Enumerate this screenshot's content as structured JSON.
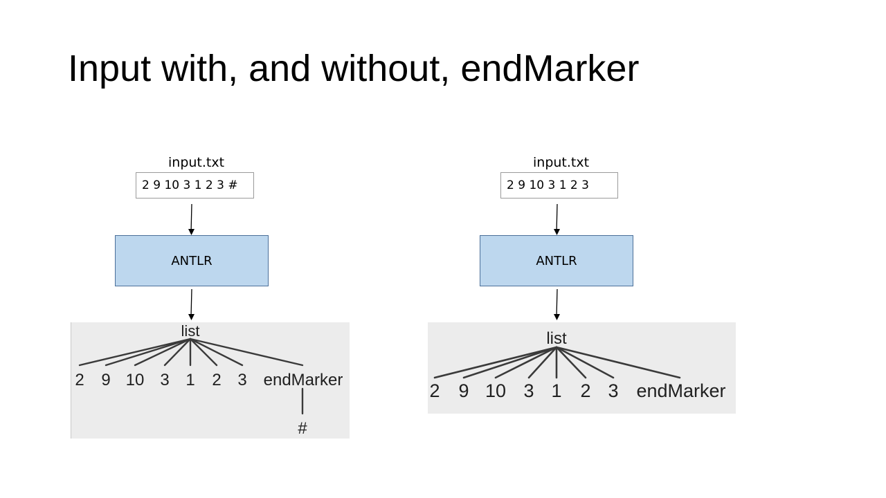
{
  "slide": {
    "title": "Input with, and without, endMarker"
  },
  "left_diagram": {
    "file_label": "input.txt",
    "file_content": "2 9 10 3 1 2 3 #",
    "processor": "ANTLR",
    "tree": {
      "root": "list",
      "children": [
        "2",
        "9",
        "10",
        "3",
        "1",
        "2",
        "3",
        "endMarker"
      ],
      "end_child": "#"
    }
  },
  "right_diagram": {
    "file_label": "input.txt",
    "file_content": "2 9 10 3 1 2 3",
    "processor": "ANTLR",
    "tree": {
      "root": "list",
      "children": [
        "2",
        "9",
        "10",
        "3",
        "1",
        "2",
        "3",
        "endMarker"
      ]
    }
  }
}
